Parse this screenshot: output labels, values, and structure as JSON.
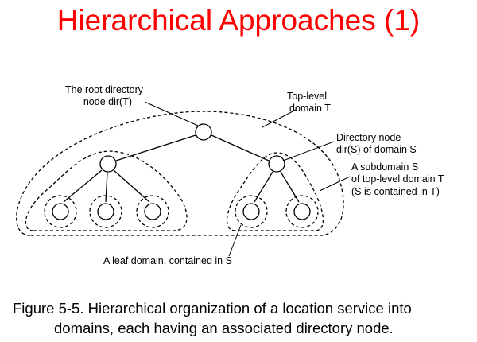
{
  "slide": {
    "title": "Hierarchical Approaches (1)"
  },
  "diagram": {
    "labels": {
      "root_node_line1": "The root directory",
      "root_node_line2": "node dir(T)",
      "top_level_line1": "Top-level",
      "top_level_line2": "domain T",
      "dir_node_line1": "Directory node",
      "dir_node_line2": "dir(S) of domain S",
      "subdomain_line1": "A subdomain S",
      "subdomain_line2": "of top-level domain T",
      "subdomain_line3": "(S is contained in T)",
      "leaf_domain": "A leaf domain, contained in S"
    }
  },
  "caption": {
    "line1": "Figure 5-5. Hierarchical organization of a location service into",
    "line2": "domains, each having an associated directory node."
  }
}
